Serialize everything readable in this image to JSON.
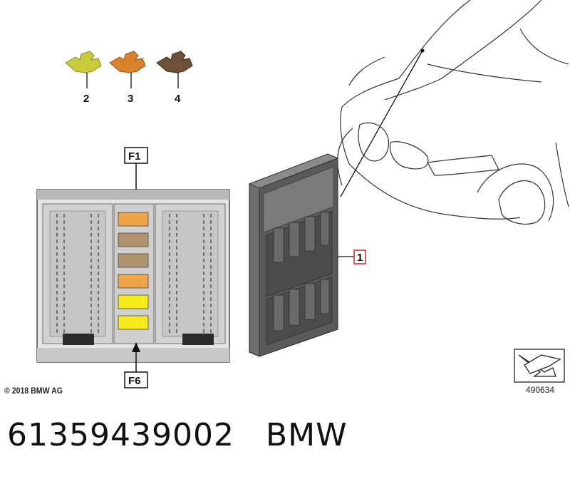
{
  "diagram": {
    "fuse_labels": [
      "2",
      "3",
      "4"
    ],
    "fuse_colors": [
      "#c8cc3a",
      "#d9822b",
      "#6e5136"
    ],
    "box_label_top": "F1",
    "box_label_bottom": "F6",
    "slot_colors": [
      "#f0a347",
      "#b0926f",
      "#b0926f",
      "#f0a347",
      "#f6ea1b",
      "#f6ea1b"
    ],
    "callout": "1",
    "copyright": "© 2018 BMW AG",
    "image_number": "490634"
  },
  "footer": {
    "part_number": "61359439002",
    "brand": "BMW"
  }
}
